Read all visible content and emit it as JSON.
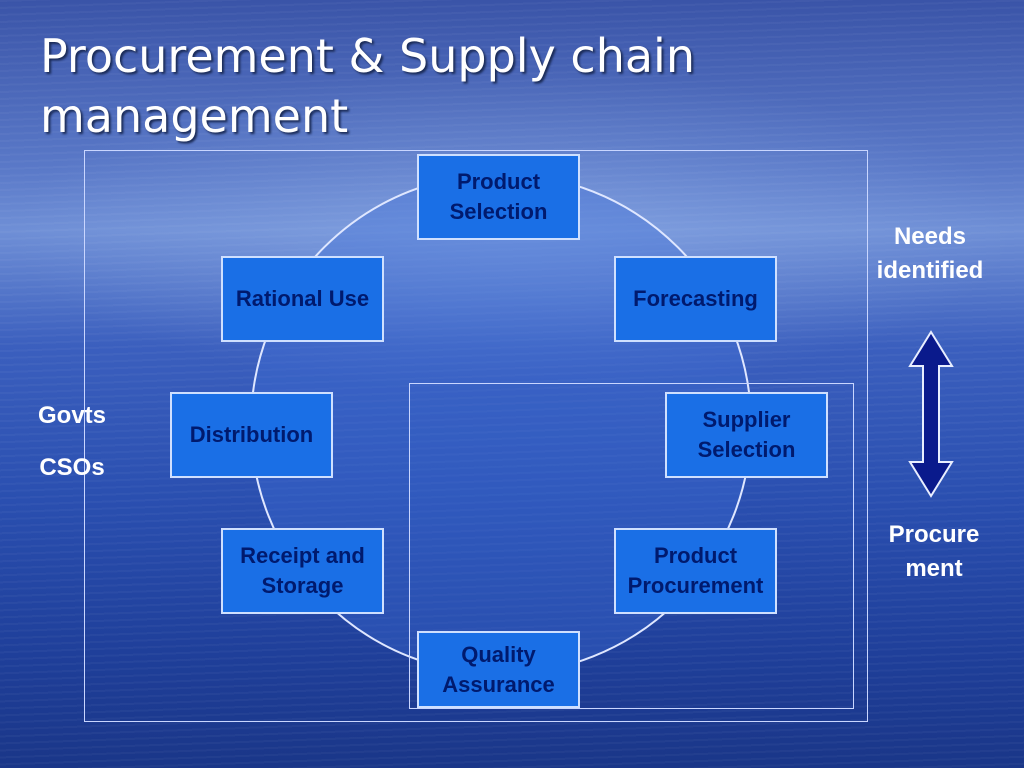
{
  "title_line1": "Procurement & Supply chain",
  "title_line2": "management",
  "diagram": {
    "nodes": {
      "product_selection": [
        "Product",
        "Selection"
      ],
      "forecasting": [
        "Forecasting"
      ],
      "supplier_selection": [
        "Supplier",
        "Selection"
      ],
      "product_procurement": [
        "Product",
        "Procurement"
      ],
      "quality_assurance": [
        "Quality",
        "Assurance"
      ],
      "receipt_storage": [
        "Receipt and",
        "Storage"
      ],
      "distribution": [
        "Distribution"
      ],
      "rational_use": [
        "Rational Use"
      ]
    },
    "left_labels": [
      "Govts",
      "CSOs"
    ],
    "right_top": [
      "Needs",
      "identified"
    ],
    "right_bottom": [
      "Procure",
      "ment"
    ]
  },
  "colors": {
    "node_fill": "#1a6fe6",
    "node_text": "#001a6e",
    "arrow_fill": "#0a1a8c"
  }
}
